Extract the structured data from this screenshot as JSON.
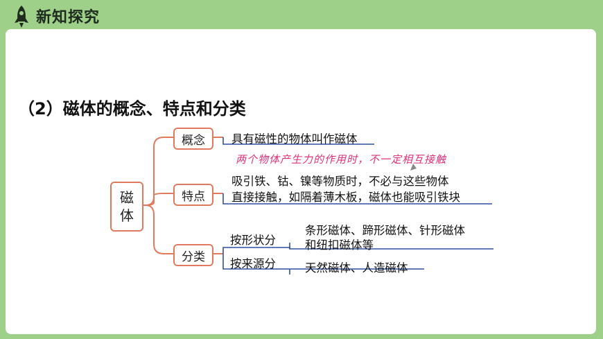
{
  "header": {
    "title": "新知探究",
    "icon": "rocket-icon"
  },
  "section": {
    "title": "（2）磁体的概念、特点和分类"
  },
  "mindmap": {
    "root": [
      "磁",
      "体"
    ],
    "concept": {
      "label": "概念",
      "text": "具有磁性的物体叫作磁体"
    },
    "features": {
      "label": "特点",
      "line1": "吸引铁、钴、镍等物质时，不必与这些物体",
      "line2": "直接接触，如隔着薄木板，磁体也能吸引铁块"
    },
    "classification": {
      "label": "分类",
      "by_shape": {
        "label": "按形状分",
        "line1": "条形磁体、蹄形磁体、针形磁体",
        "line2": "和纽扣磁体等"
      },
      "by_source": {
        "label": "按来源分",
        "text": "天然磁体、人造磁体"
      }
    }
  },
  "annotation": "两个物体产生力的作用时，不一定相互接触",
  "colors": {
    "background": "#9ed08a",
    "box_border": "#e07a5f",
    "underline": "#2f4fa0",
    "annotation": "#e0307a"
  }
}
